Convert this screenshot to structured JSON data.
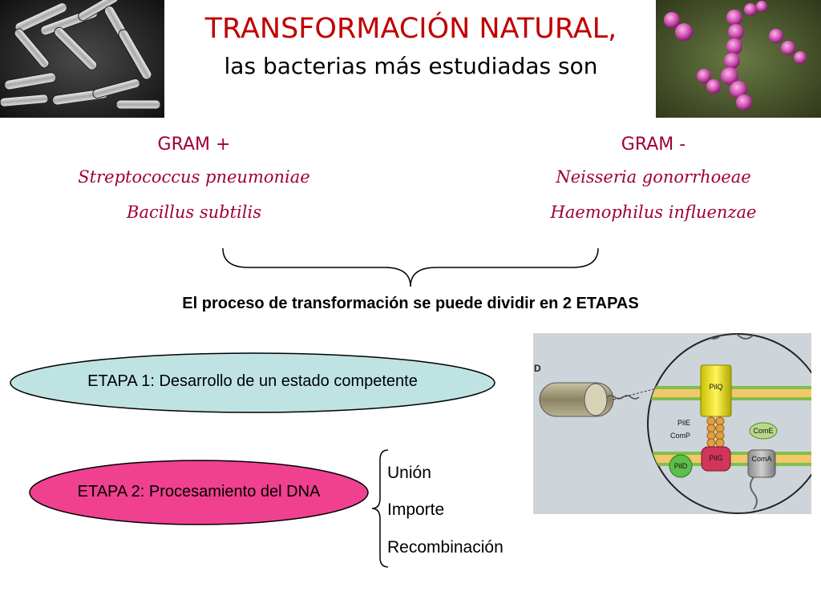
{
  "header": {
    "title": "TRANSFORMACIÓN NATURAL,",
    "subtitle": "las bacterias más estudiadas  son"
  },
  "gram_positive": {
    "heading": "GRAM +",
    "species": [
      "Streptococcus pneumoniae",
      "Bacillus subtilis"
    ]
  },
  "gram_negative": {
    "heading": "GRAM -",
    "species": [
      "Neisseria gonorrhoeae",
      "Haemophilus influenzae"
    ]
  },
  "process_text": "El proceso de transformación se puede dividir en 2 ETAPAS",
  "stage1": {
    "label": "ETAPA 1: Desarrollo de un estado competente",
    "color": "#bfe3e3"
  },
  "stage2": {
    "label": "ETAPA 2: Procesamiento del DNA",
    "color": "#f04090",
    "steps": [
      "Unión",
      "Importe",
      "Recombinación"
    ]
  },
  "diagram": {
    "panel_letter": "D",
    "proteins": [
      "PilQ",
      "PilE",
      "ComP",
      "ComE",
      "PilG",
      "ComA",
      "PilD"
    ]
  },
  "colors": {
    "title": "#c00000",
    "gram": "#a00030"
  }
}
